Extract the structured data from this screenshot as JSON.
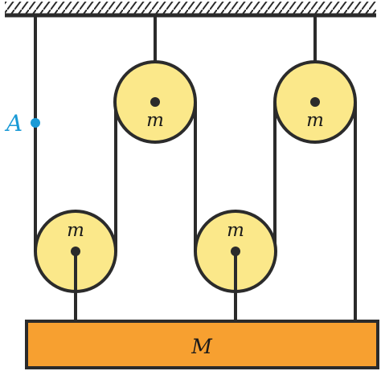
{
  "colors": {
    "pulley_fill": "#fbe88a",
    "block_fill": "#f7a030",
    "rope": "#2b2b2b",
    "point_a": "#1a9ad6"
  },
  "labels": {
    "pulley_top_left": "m",
    "pulley_top_right": "m",
    "pulley_bottom_left": "m",
    "pulley_bottom_right": "m",
    "block": "M",
    "point": "A"
  }
}
